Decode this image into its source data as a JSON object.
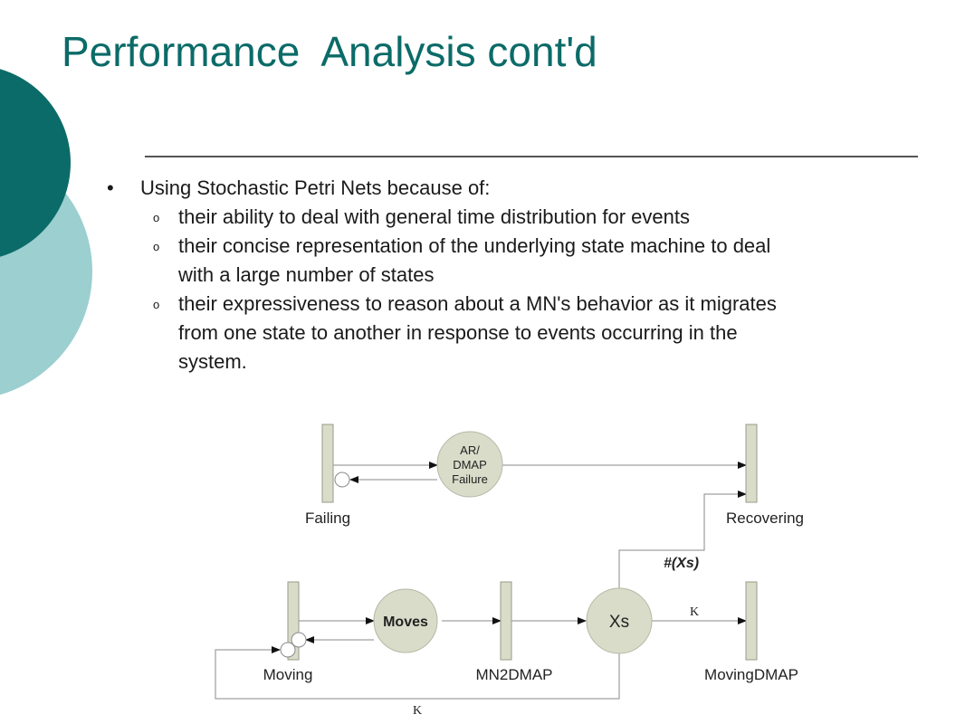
{
  "slide": {
    "title": "Performance  Analysis cont'd",
    "bullet": {
      "marker": "•",
      "text": "Using Stochastic Petri Nets because of:",
      "sub_marker": "o",
      "subitems": [
        [
          "their ability to deal with general time distribution for events"
        ],
        [
          "their concise representation of the underlying state machine to deal",
          "with a large number of states"
        ],
        [
          "their expressiveness to reason about a MN's behavior as it migrates",
          "from one state to another in response to events occurring in the",
          "system."
        ]
      ]
    },
    "colors": {
      "title": "#0b6b68",
      "dark_teal": "#0b6b68",
      "light_teal": "#9ccfcf",
      "place_fill": "#d9dcc9",
      "transition_fill": "#d9dcc9"
    }
  },
  "diagram": {
    "places": {
      "ar_dmap_failure": [
        "AR/",
        "DMAP",
        "Failure"
      ],
      "moves": "Moves",
      "xs": "Xs"
    },
    "transitions": {
      "failing": "Failing",
      "recovering": "Recovering",
      "moving": "Moving",
      "mn2dmap": "MN2DMAP",
      "moving_dmap": "MovingDMAP"
    },
    "arc_labels": {
      "xs_to_recovering": "#(Xs)",
      "xs_to_moving_dmap": "K",
      "xs_to_moving": "K"
    }
  }
}
